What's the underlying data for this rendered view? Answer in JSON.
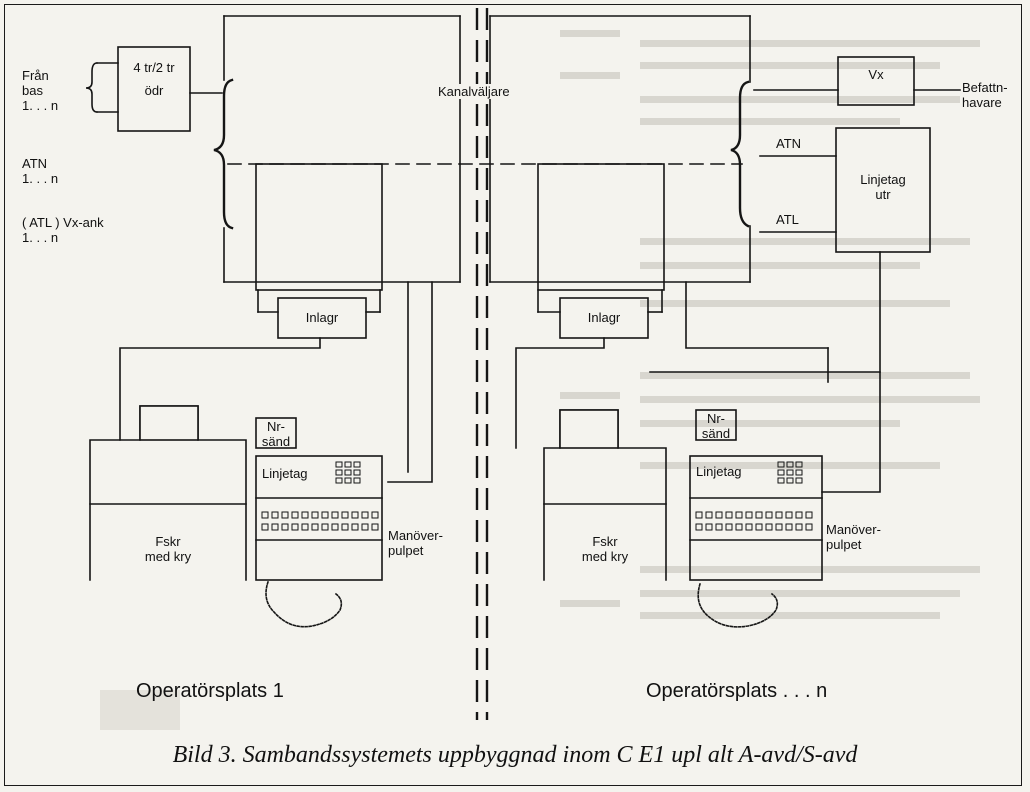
{
  "labels": {
    "fran": "Från",
    "bas": "bas",
    "bas_range": "1. . . n",
    "converter_line1": "4 tr/2 tr",
    "converter_line2": "ödr",
    "atn": "ATN",
    "atn_range": "1. . . n",
    "atl_vx_ank": "( ATL )  Vx-ank",
    "atl_range": "1. . . n",
    "kanalvaljare": "Kanalväljare",
    "vx": "Vx",
    "befattn": "Befattn-",
    "havare": "havare",
    "atl": "ATL",
    "linjetag": "Linjetag",
    "utr": "utr",
    "inlagr": "Inlagr",
    "nr": "Nr-",
    "sand": "sänd",
    "fskr": "Fskr",
    "med_kry": "med kry",
    "manover": "Manöver-",
    "pulpet": "pulpet",
    "operatorsplats_1": "Operatörsplats 1",
    "operatorsplats_n": "Operatörsplats . . . n"
  },
  "caption": "Bild 3. Sambandssystemets uppbyggnad inom C E1 upl alt A-avd/S-avd"
}
